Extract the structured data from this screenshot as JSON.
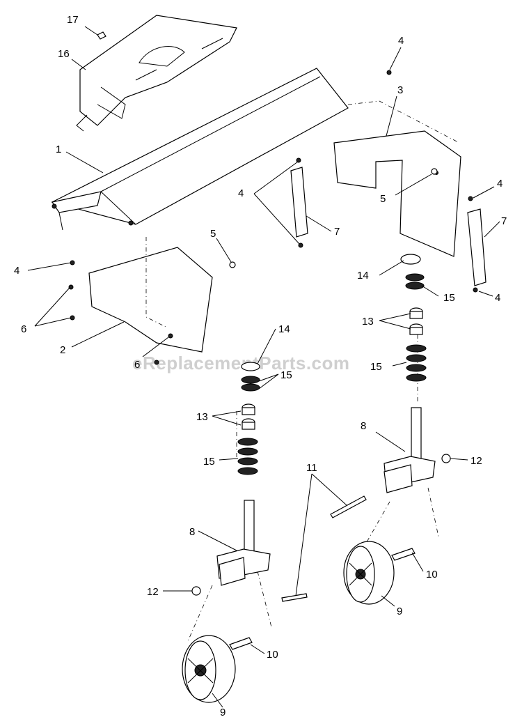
{
  "watermark": "eReplacementParts.com",
  "callouts": {
    "c1": "1",
    "c2": "2",
    "c3": "3",
    "c4a": "4",
    "c4b": "4",
    "c4c": "4",
    "c4d": "4",
    "c4e": "4",
    "c5a": "5",
    "c5b": "5",
    "c6a": "6",
    "c6b": "6",
    "c7a": "7",
    "c7b": "7",
    "c8a": "8",
    "c8b": "8",
    "c9a": "9",
    "c9b": "9",
    "c10a": "10",
    "c10b": "10",
    "c11": "11",
    "c12a": "12",
    "c12b": "12",
    "c13a": "13",
    "c13b": "13",
    "c14a": "14",
    "c14b": "14",
    "c15a": "15",
    "c15b": "15",
    "c15c": "15",
    "c15d": "15",
    "c16": "16",
    "c17": "17"
  }
}
